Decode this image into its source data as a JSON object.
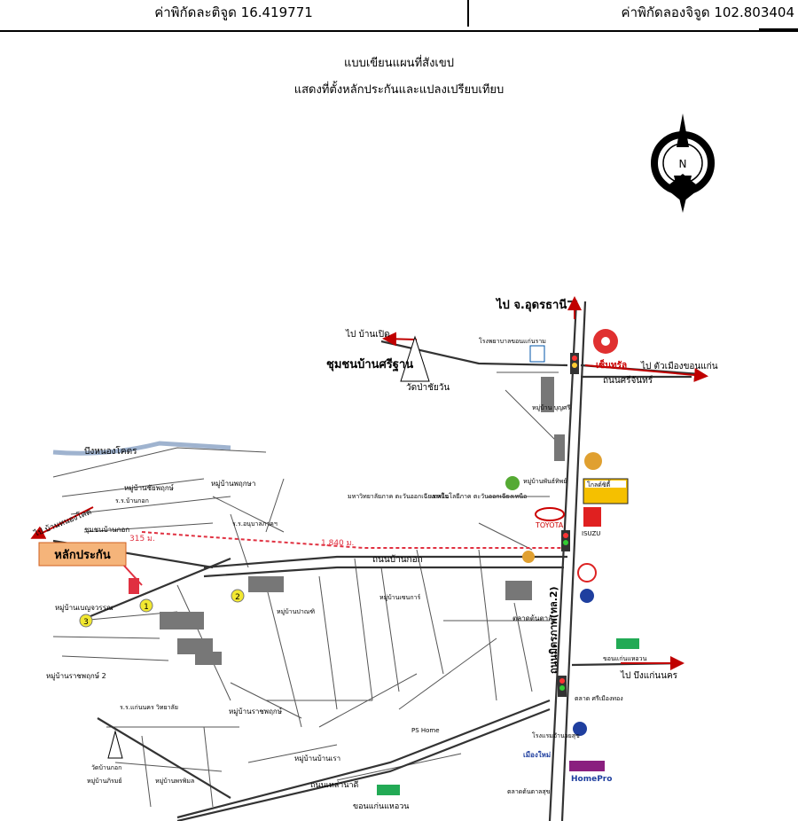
{
  "header": {
    "latitude_label": "ค่าพิกัดละติจูด 16.419771",
    "longitude_label": "ค่าพิกัดลองจิจูด 102.803404"
  },
  "title": {
    "line1": "แบบเขียนแผนที่สังเขป",
    "line2": "แสดงที่ตั้งหลักประกันและแปลงเปรียบเทียบ"
  },
  "compass": {
    "letter": "N"
  },
  "collateral_label": "หลักประกัน",
  "distances": {
    "main": "1,840 ม.",
    "short": "315 ม."
  },
  "comparables": [
    "1",
    "2",
    "3"
  ],
  "labels": {
    "to_udon": "ไป จ.อุดรธานี",
    "to_ban_pet": "ไป บ้านเปิด",
    "community": "ชุมชนบ้านศรีฐาน",
    "wat": "วัดป่าชัยวัน",
    "to_city": "ไป ตัวเมืองขอนแก่น",
    "srichan_rd": "ถนนศรีจันทร์",
    "hospital": "โรงพยาบาลขอนแก่นราม",
    "central": "เซ็นทรัล",
    "village_a": "หมู่บ้าน บุญศรี",
    "nong_khot": "บึงหนองโคตร",
    "to_nong_khot": "ไป บ้านหนองโคต",
    "village_b": "หมู่บ้านชัยพฤกษ์",
    "school_a": "ร.ร.บ้านกอก",
    "village_c": "หมู่บ้านพฤกษา",
    "ban_kok_community": "ชุมชนบ้านกอก",
    "school_b": "ร.ร.อนุบาลภาคฯ",
    "university": "มหาวิทยาลัยภาค ตะวันออกเฉียงเหนือ",
    "tech": "เทคโนโลยีภาค ตะวันออกเฉียงเหนือ",
    "village_d": "หมู่บ้านพันธ์ทิพย์",
    "toyota": "TOYOTA",
    "isuzu": "ISUZU",
    "makro": "โกลด์ซิตี้",
    "ban_kok_rd": "ถนนบ้านกอก",
    "mittraphap_rd": "ถนนมิตรภาพ(ทล.2)",
    "village_e": "หมู่บ้านเบญจวรรณ",
    "village_f": "หมู่บ้านปาณฑิ",
    "village_g": "หมู่บ้านเซนการ์",
    "market": "ตลาดต้นตาล",
    "warehouse": "ขอนแก่นแหอวน",
    "to_bueng": "ไป บึงแก่นนคร",
    "village_h": "หมู่บ้านราชพฤกษ์ 2",
    "school_c": "ร.ร.แก่นนคร วิทยาลัย",
    "wat_b": "วัดบ้านกอก",
    "village_i": "หมู่บ้านราชพฤกษ์",
    "market_b": "ตลาด ศรีเมืองทอง",
    "ps_home": "PS Home",
    "ban_rao": "หมู่บ้านบ้านเรา",
    "hotel": "โรงแรมอำนวยสุข",
    "muang_mai": "เมืองใหม่",
    "homepro": "HomePro",
    "village_j": "หมู่บ้านภิรมย์",
    "village_k": "หมู่บ้านพรพิมล",
    "lao_na_rd": "ถนนเหล่านาดี",
    "khon_kaen_lao": "ขอนแก่นแหอวน",
    "market_c": "ตลาดต้นตาลสุข"
  },
  "colors": {
    "route": "#e03040",
    "road": "#444444",
    "arrow": "#c00000",
    "callout_bg": "#f5b47a",
    "comparable": "#f2e830"
  }
}
